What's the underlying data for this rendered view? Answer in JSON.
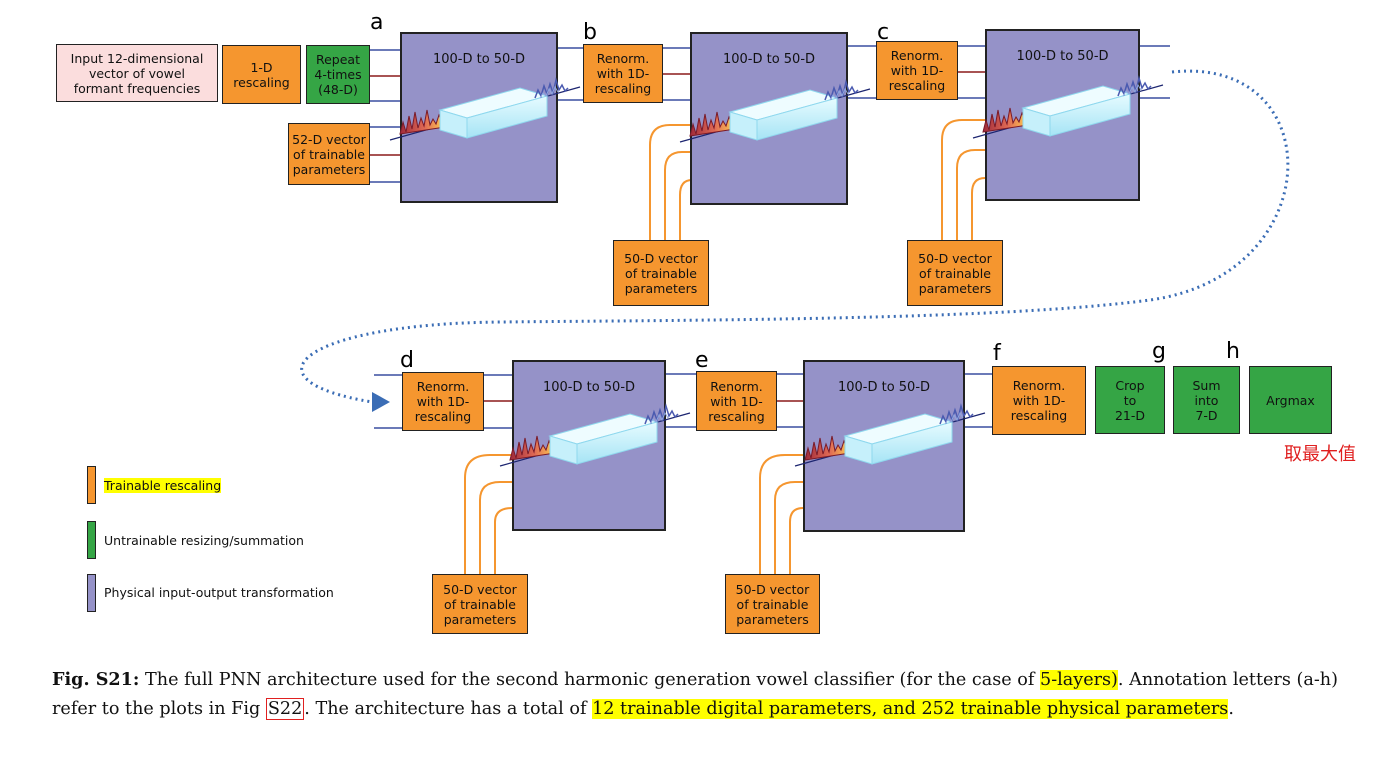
{
  "boxes": {
    "input": "Input 12-dimensional\nvector of vowel\nformant frequencies",
    "rescale": "1-D\nrescaling",
    "repeat": "Repeat\n4-times\n(48-D)",
    "vec52": "52-D vector\nof trainable\nparameters",
    "renorm": "Renorm.\nwith 1D-\nrescaling",
    "vec50": "50-D vector\nof trainable\nparameters",
    "crop": "Crop\nto\n21-D",
    "sum": "Sum\ninto\n7-D",
    "argmax": "Argmax"
  },
  "phys_label": "100-D to 50-D",
  "letters": {
    "a": "a",
    "b": "b",
    "c": "c",
    "d": "d",
    "e": "e",
    "f": "f",
    "g": "g",
    "h": "h"
  },
  "annotation_cn": "取最大值",
  "legend": {
    "trainable": "Trainable rescaling",
    "untrainable": "Untrainable resizing/summation",
    "physical": "Physical input-output transformation"
  },
  "colors": {
    "trainable": "#f5962f",
    "untrainable": "#35a545",
    "physical": "#9592c8",
    "input": "#fbdddd",
    "wire_blue": "#3a4fa0",
    "wire_red": "#8b1a1a",
    "feed_orange": "#f5962f",
    "dotted_arrow": "#3b6db5",
    "highlight": "#ffff00"
  },
  "caption": {
    "label": "Fig. S21:",
    "t1": " The full PNN architecture used for the second harmonic generation vowel classifier (for the case of ",
    "hl1": "5-layers)",
    "t2": ". Annotation letters (a-h) refer to the plots in Fig ",
    "ref": "S22",
    "t3": ". The architecture has a total of ",
    "hl2": "12 trainable digital parameters, and 252 trainable physical parameters",
    "t4": "."
  }
}
